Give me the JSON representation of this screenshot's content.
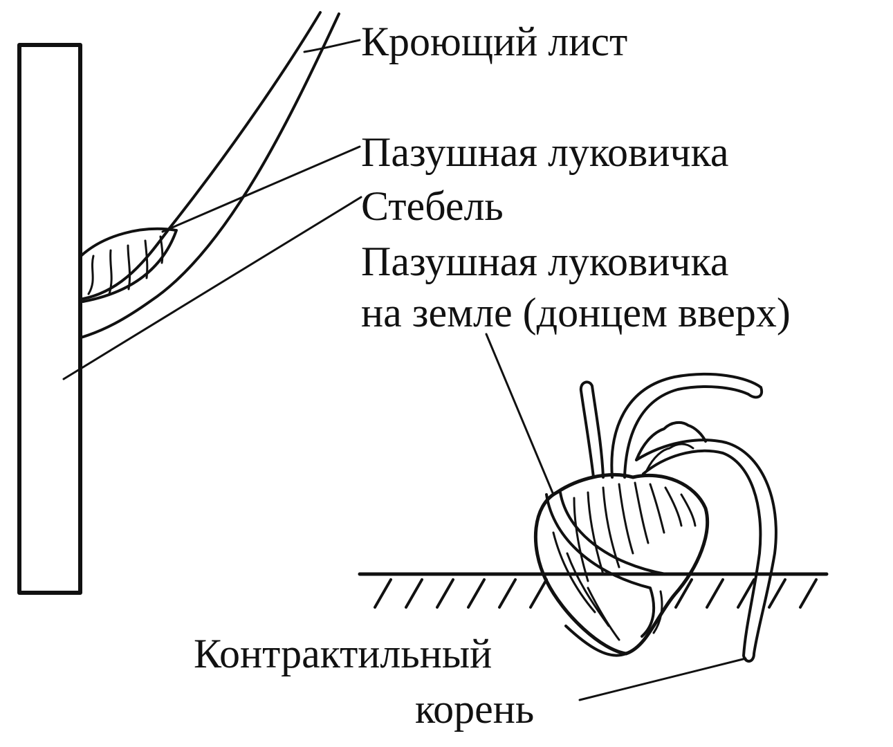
{
  "labels": {
    "covering_leaf": "Кроющий лист",
    "axillary_bulblet": "Пазушная луковичка",
    "stem": "Стебель",
    "axillary_bulblet_ground_line1": "Пазушная луковичка",
    "axillary_bulblet_ground_line2": "на земле (донцем вверх)",
    "contractile_root_line1": "Контрактильный",
    "contractile_root_line2": "корень"
  },
  "colors": {
    "ink": "#111111",
    "background": "#ffffff"
  }
}
